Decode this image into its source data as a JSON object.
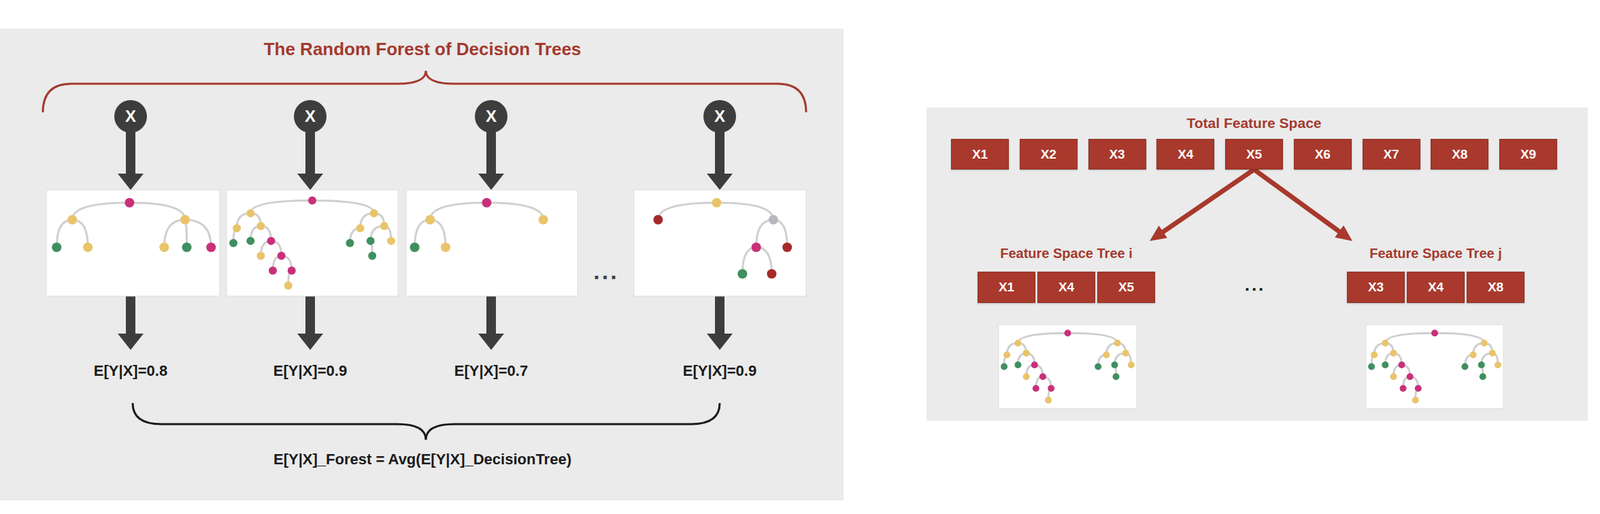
{
  "diagram": {
    "title": "The Random Forest of Decision Trees",
    "nodes": [
      {
        "text": [
          "X"
        ]
      },
      {
        "text": [
          "X"
        ]
      },
      {
        "text": [
          "X"
        ]
      },
      {
        "text": [
          "X"
        ]
      },
      {
        "text": [
          "Total Feature Space"
        ]
      },
      {
        "text": [
          "X1"
        ],
        "in": 4
      },
      {
        "text": [
          "X2"
        ],
        "in": 4
      },
      {
        "text": [
          "X3"
        ],
        "in": 4
      },
      {
        "text": [
          "X4"
        ],
        "in": 4
      },
      {
        "text": [
          "X5"
        ],
        "in": 4
      },
      {
        "text": [
          "X6"
        ],
        "in": 4
      },
      {
        "text": [
          "X7"
        ],
        "in": 4
      },
      {
        "text": [
          "X8"
        ],
        "in": 4
      },
      {
        "text": [
          "X9"
        ],
        "in": 4
      },
      {
        "text": [
          "Feature Space Tree i"
        ]
      },
      {
        "text": [
          "X1"
        ],
        "in": 14
      },
      {
        "text": [
          "X4"
        ],
        "in": 14
      },
      {
        "text": [
          "X5"
        ],
        "in": 14
      },
      {
        "text": [
          "Feature Space Tree j"
        ]
      },
      {
        "text": [
          "X3"
        ],
        "in": 18
      },
      {
        "text": [
          "X4"
        ],
        "in": 18
      },
      {
        "text": [
          "X8"
        ],
        "in": 18
      }
    ],
    "edges": [
      {
        "from": 9,
        "to": 14,
        "arrow": "to"
      },
      {
        "from": 9,
        "to": 18,
        "arrow": "to"
      }
    ],
    "labels": [
      "...",
      "E[Y|X]=0.8",
      "E[Y|X]=0.9",
      "E[Y|X]=0.7",
      "E[Y|X]=0.9",
      "E[Y|X]_Forest = Avg(E[Y|X]_DecisionTree)",
      "..."
    ]
  }
}
